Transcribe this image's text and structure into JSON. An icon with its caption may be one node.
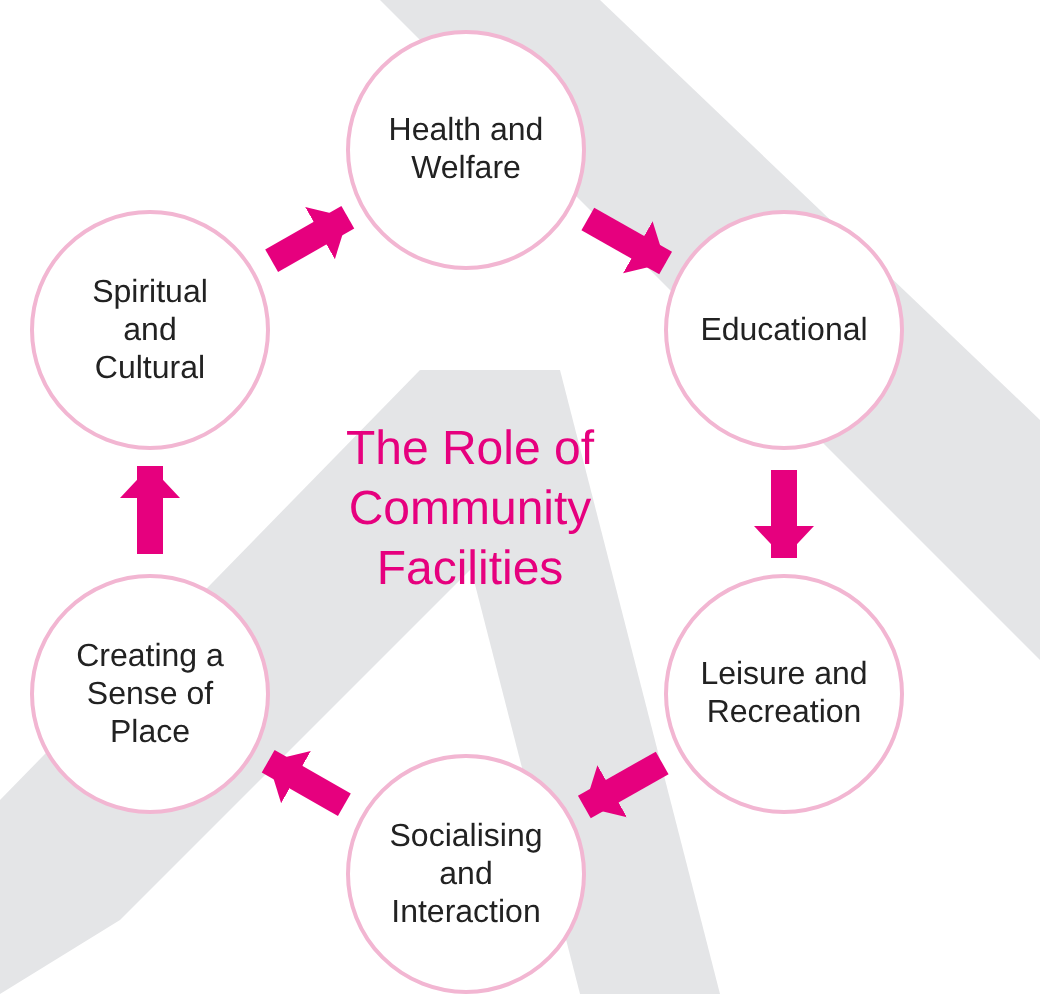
{
  "diagram": {
    "title": "The Role of Community Facilities",
    "nodes": [
      {
        "text": [
          "Health and Welfare"
        ]
      },
      {
        "text": [
          "Educational"
        ]
      },
      {
        "text": [
          "Leisure and Recreation"
        ]
      },
      {
        "text": [
          "Socialising and Interaction"
        ]
      },
      {
        "text": [
          "Creating a Sense of Place"
        ]
      },
      {
        "text": [
          "Spiritual and Cultural"
        ]
      }
    ],
    "edges": [
      {
        "from": 0,
        "to": 1,
        "arrow": "to"
      },
      {
        "from": 1,
        "to": 2,
        "arrow": "to"
      },
      {
        "from": 2,
        "to": 3,
        "arrow": "to"
      },
      {
        "from": 3,
        "to": 4,
        "arrow": "to"
      },
      {
        "from": 4,
        "to": 5,
        "arrow": "to"
      },
      {
        "from": 5,
        "to": 0,
        "arrow": "to"
      }
    ]
  }
}
